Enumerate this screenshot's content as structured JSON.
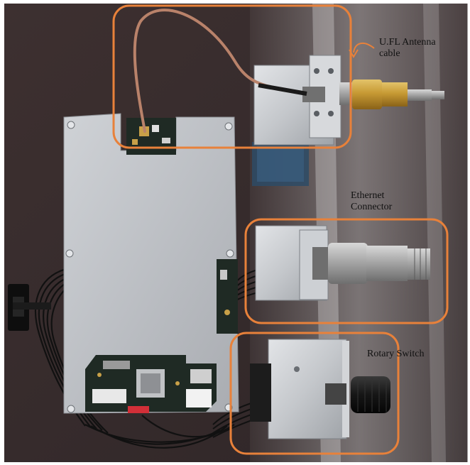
{
  "callouts": {
    "antenna": {
      "line1": "U.FL Antenna",
      "line2": "cable"
    },
    "ethernet": {
      "line1": "Ethernet",
      "line2": "Connector"
    },
    "rotary": {
      "line1": "Rotary Switch"
    }
  },
  "colors": {
    "highlight": "#e8813a",
    "background": "#3a2e2e",
    "board_plate": "#bfc2c6",
    "pcb": "#1f2a24",
    "bracket": "#c9ccd0",
    "brass": "#c9a040",
    "steel": "#a8a8a8",
    "cable": "#b9826a"
  },
  "icons": {
    "antenna_callout": "curved-arrow-icon"
  }
}
